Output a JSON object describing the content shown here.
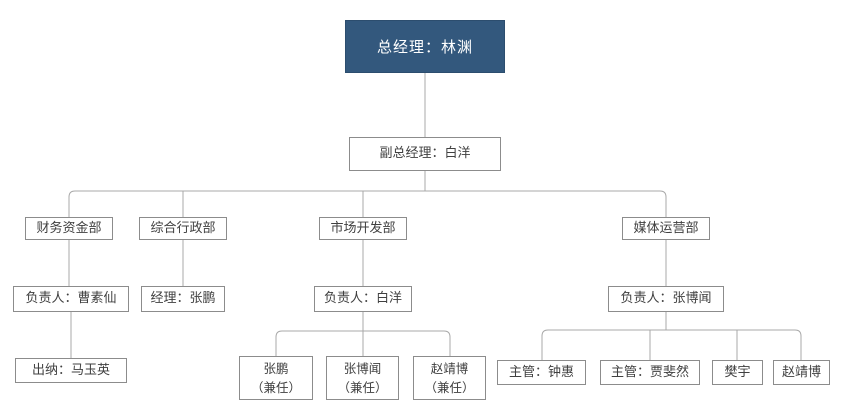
{
  "colors": {
    "root_fill": "#33587D",
    "root_text": "#FFFFFF",
    "box_border": "#8C8C8C",
    "box_text": "#404040",
    "connector": "#A8A8A8",
    "background": "#FFFFFF"
  },
  "org": {
    "root": {
      "label": "总经理：林渊"
    },
    "deputy": {
      "label": "副总经理：白洋"
    },
    "departments": [
      {
        "label": "财务资金部",
        "lead": "负责人：曹素仙",
        "children": [
          {
            "label": "出纳：马玉英"
          }
        ]
      },
      {
        "label": "综合行政部",
        "lead": "经理：张鹏",
        "children": []
      },
      {
        "label": "市场开发部",
        "lead": "负责人：白洋",
        "children": [
          {
            "label": "张鹏",
            "note": "（兼任）"
          },
          {
            "label": "张博闻",
            "note": "（兼任）"
          },
          {
            "label": "赵靖博",
            "note": "（兼任）"
          }
        ]
      },
      {
        "label": "媒体运营部",
        "lead": "负责人：张博闻",
        "children": [
          {
            "label": "主管：钟惠"
          },
          {
            "label": "主管：贾斐然"
          },
          {
            "label": "樊宇"
          },
          {
            "label": "赵靖博"
          }
        ]
      }
    ]
  }
}
